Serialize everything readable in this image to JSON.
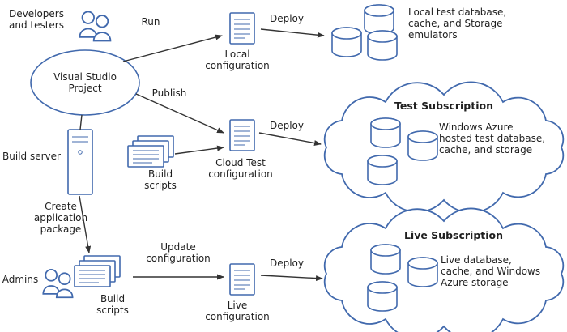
{
  "colors": {
    "shape": "#4169ad",
    "ink": "#1f1f1f",
    "arrow": "#333333"
  },
  "labels": {
    "developers": "Developers and testers",
    "vs_project": "Visual Studio Project",
    "run": "Run",
    "local_config": "Local configuration",
    "deploy_top": "Deploy",
    "local_db_note": "Local test database, cache, and Storage emulators",
    "publish": "Publish",
    "build_server": "Build server",
    "build_scripts_top": "Build scripts",
    "cloud_test_config": "Cloud Test configuration",
    "deploy_mid": "Deploy",
    "test_sub_title": "Test Subscription",
    "test_sub_note": "Windows Azure hosted test database, cache, and storage",
    "create_package": "Create application package",
    "admins": "Admins",
    "build_scripts_bottom": "Build scripts",
    "update_config": "Update configuration",
    "live_config": "Live configuration",
    "deploy_bottom": "Deploy",
    "live_sub_title": "Live Subscription",
    "live_sub_note": "Live database, cache, and Windows Azure storage"
  }
}
